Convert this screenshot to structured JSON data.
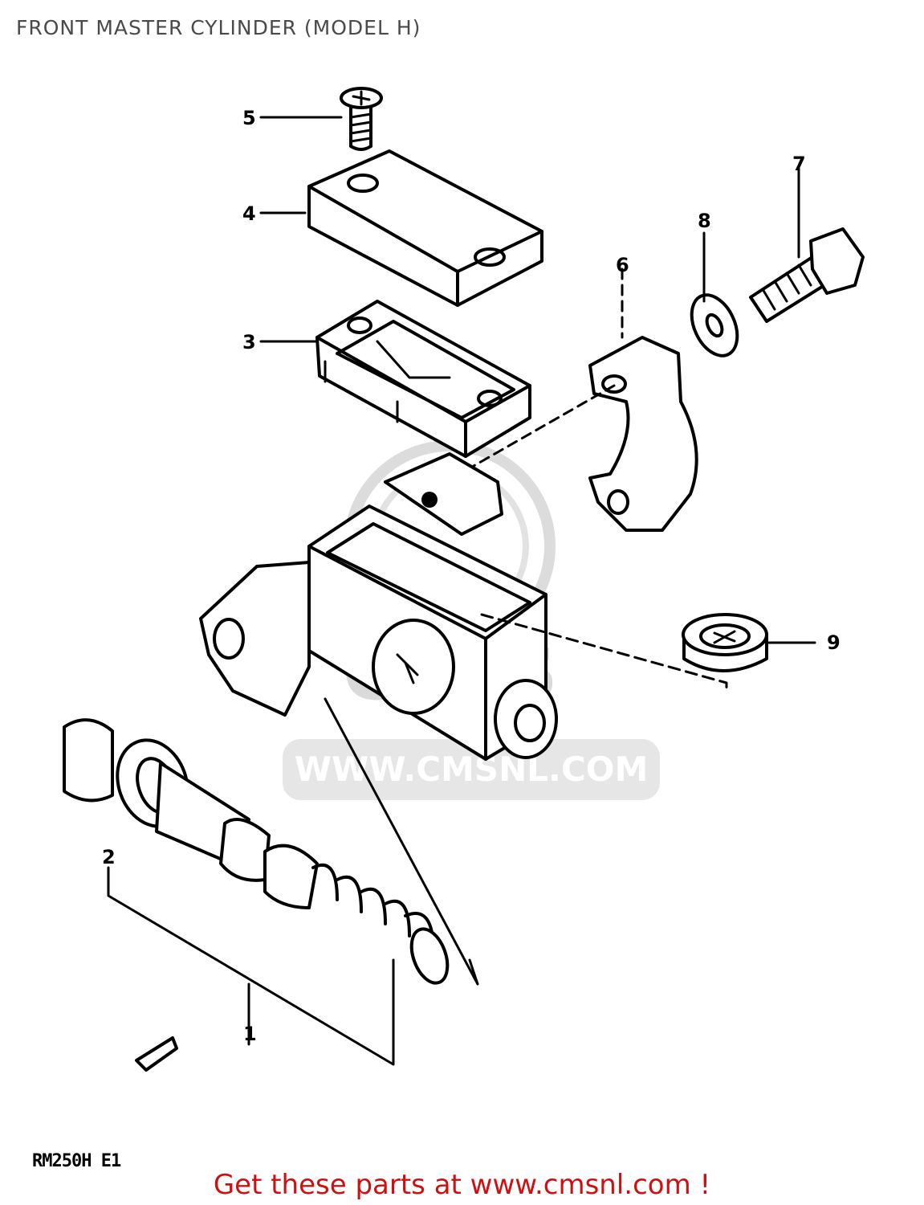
{
  "header": {
    "title": "FRONT MASTER CYLINDER (MODEL H)"
  },
  "watermark": {
    "text": "WWW.CMSNL.COM",
    "brand": "cms",
    "color": "#d8d8d8"
  },
  "diagram": {
    "model_code": "RM250H E1",
    "parts": [
      {
        "number": "1"
      },
      {
        "number": "2"
      },
      {
        "number": "3"
      },
      {
        "number": "4"
      },
      {
        "number": "5"
      },
      {
        "number": "6"
      },
      {
        "number": "7"
      },
      {
        "number": "8"
      },
      {
        "number": "9"
      }
    ]
  },
  "footer": {
    "cta_text": "Get these parts at www.cmsnl.com !",
    "cta_color": "#d01010"
  }
}
